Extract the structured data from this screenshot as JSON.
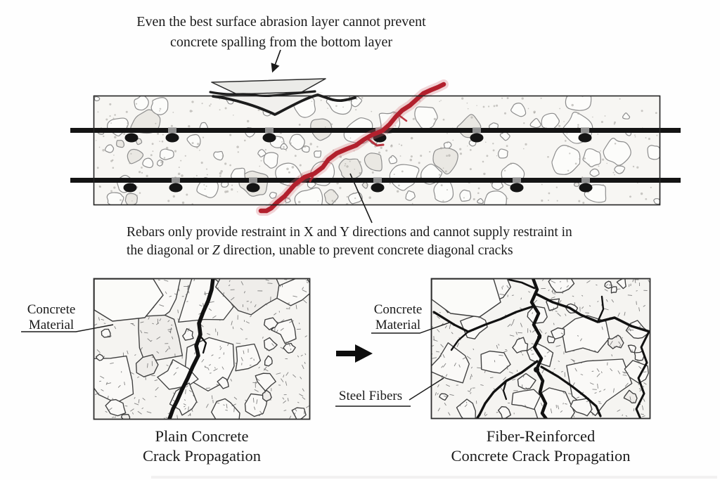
{
  "figure": {
    "top_caption": {
      "line1": "Even the best surface abrasion layer cannot prevent",
      "line2": "concrete spalling from the bottom layer"
    },
    "beam_note": {
      "line1": "Rebars only provide restraint in X and Y directions and cannot supply restraint in",
      "line2_pre": "the diagonal or ",
      "line2_z": "Z",
      "line2_post": " direction, unable to prevent concrete diagonal cracks"
    },
    "left_panel": {
      "label_line1": "Concrete",
      "label_line2": "Material",
      "caption_line1": "Plain Concrete",
      "caption_line2": "Crack Propagation"
    },
    "right_panel": {
      "label_line1": "Concrete",
      "label_line2": "Material",
      "fiber_label": "Steel Fibers",
      "caption_line1": "Fiber-Reinforced",
      "caption_line2": "Concrete Crack Propagation"
    },
    "colors": {
      "ink": "#1b1b1b",
      "rebar_black": "#141414",
      "crack_red": "#b2202d",
      "crack_red_halo": "#d4707b",
      "concrete_fill": "#f7f6f3",
      "aggregate_outline_beam": "#8d8d8d",
      "aggregate_outline_panel": "#3e3e3e"
    }
  }
}
